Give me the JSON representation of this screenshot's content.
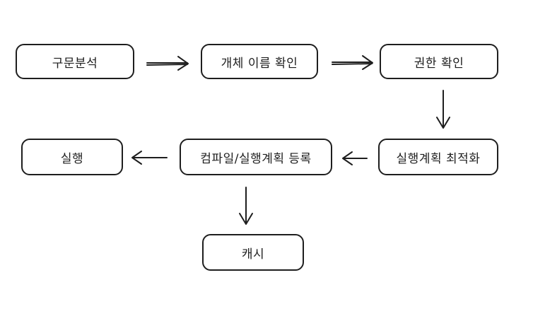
{
  "diagram": {
    "nodes": {
      "parse": "구문분석",
      "object_name_check": "개체 이름 확인",
      "permission_check": "권한 확인",
      "plan_optimize": "실행계획 최적화",
      "compile_register": "컴파일/실행계획 등록",
      "execute": "실행",
      "cache": "캐시"
    },
    "stroke_color": "#1e1e1e",
    "background_color": "#ffffff"
  }
}
